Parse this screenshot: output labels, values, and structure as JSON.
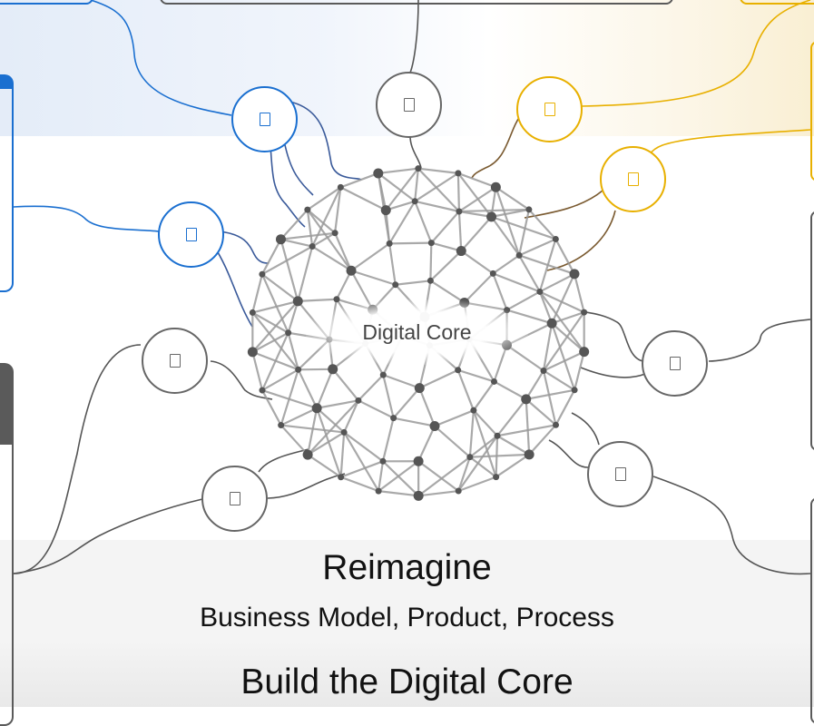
{
  "diagram": {
    "core_label": "Digital Core",
    "section_reimagine": {
      "title": "Reimagine",
      "subtitle": "Business Model, Product, Process"
    },
    "section_build": {
      "title": "Build the Digital Core"
    }
  },
  "colors": {
    "blue": "#1a6fd0",
    "gold": "#e8b000",
    "gray": "#666666",
    "mesh": "#9a9a9a",
    "mesh_node": "#555555"
  },
  "icons": [
    "blue-node-icon",
    "gold-node-icon",
    "gray-node-icon"
  ]
}
